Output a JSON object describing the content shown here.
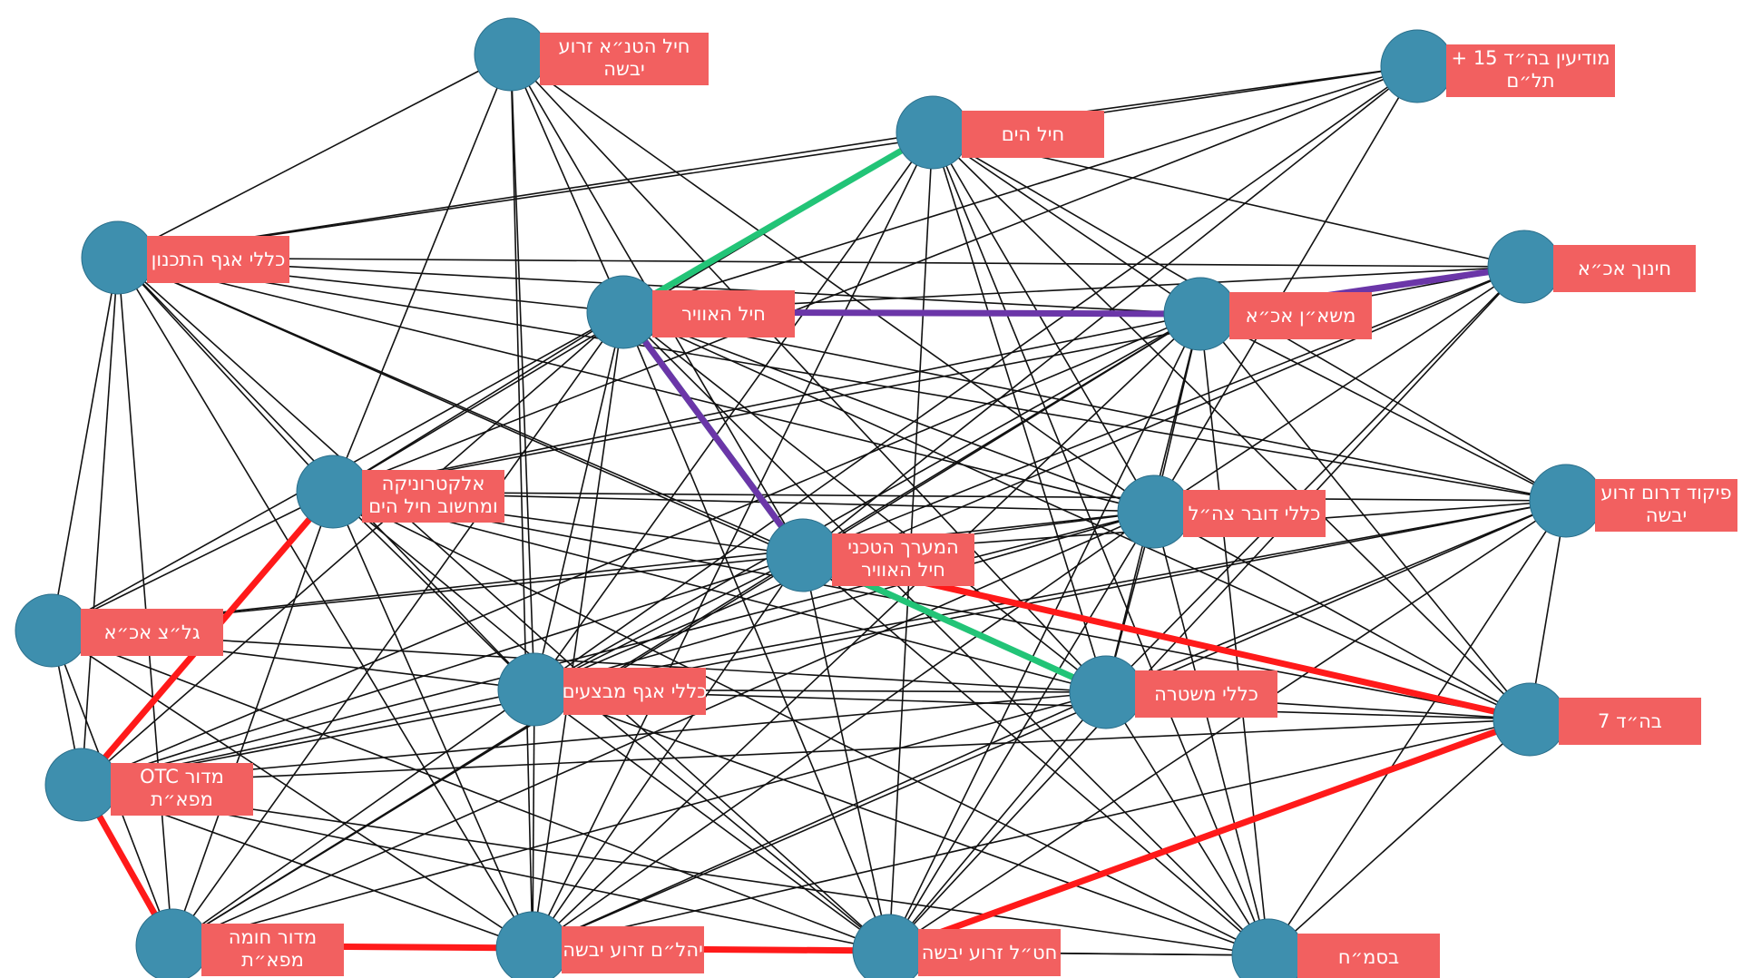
{
  "diagram": {
    "type": "network-graph",
    "colors": {
      "node_fill": "#3e8fae",
      "label_fill": "#f26060",
      "label_text": "#ffffff",
      "edge": "#111111",
      "path_red": "#ff1a1a",
      "path_green": "#22c477",
      "path_purple": "#6b36a8"
    },
    "nodes": [
      {
        "id": "tana",
        "lines": [
          "חיל הטנ״א זרוע",
          "יבשה"
        ]
      },
      {
        "id": "modiin15",
        "lines": [
          "מודיעין בה״ד 15 +",
          "תל״ם"
        ]
      },
      {
        "id": "yam",
        "lines": [
          "חיל הים"
        ]
      },
      {
        "id": "tichnun",
        "lines": [
          "כללי אגף התכנון"
        ]
      },
      {
        "id": "hinuch",
        "lines": [
          "חינוך אכ״א"
        ]
      },
      {
        "id": "avir",
        "lines": [
          "חיל האוויר"
        ]
      },
      {
        "id": "mashan",
        "lines": [
          "משא״ן אכ״א"
        ]
      },
      {
        "id": "electronika",
        "lines": [
          "אלקטרוניקה",
          "ומחשוב חיל הים"
        ]
      },
      {
        "id": "dover",
        "lines": [
          "כללי דובר צה״ל"
        ]
      },
      {
        "id": "darom",
        "lines": [
          "פיקוד דרום זרוע",
          "יבשה"
        ]
      },
      {
        "id": "maarach",
        "lines": [
          "המערך הטכני",
          "חיל האוויר"
        ]
      },
      {
        "id": "galatz",
        "lines": [
          "גל״צ אכ״א"
        ]
      },
      {
        "id": "mivtzaim",
        "lines": [
          "כללי אגף מבצעים"
        ]
      },
      {
        "id": "mishtara",
        "lines": [
          "כללי משטרה"
        ]
      },
      {
        "id": "bahad7",
        "lines": [
          "בה״ד 7"
        ]
      },
      {
        "id": "otc",
        "lines": [
          "מדור OTC",
          "מפא״ת"
        ]
      },
      {
        "id": "homa",
        "lines": [
          "מדור חומה",
          "מפא״ת"
        ]
      },
      {
        "id": "yahalam",
        "lines": [
          "יהל״ם זרוע יבשה"
        ]
      },
      {
        "id": "hatal",
        "lines": [
          "חט״ל זרוע יבשה"
        ]
      },
      {
        "id": "basmach",
        "lines": [
          "בסמ״ח"
        ]
      }
    ],
    "edges": [
      [
        "tana",
        "tichnun"
      ],
      [
        "tana",
        "avir"
      ],
      [
        "tana",
        "electronika"
      ],
      [
        "tana",
        "maarach"
      ],
      [
        "tana",
        "mivtzaim"
      ],
      [
        "tana",
        "yahalam"
      ],
      [
        "tana",
        "mishtara"
      ],
      [
        "tana",
        "dover"
      ],
      [
        "modiin15",
        "yam"
      ],
      [
        "modiin15",
        "tichnun"
      ],
      [
        "modiin15",
        "avir"
      ],
      [
        "modiin15",
        "electronika"
      ],
      [
        "modiin15",
        "dover"
      ],
      [
        "modiin15",
        "maarach"
      ],
      [
        "modiin15",
        "mivtzaim"
      ],
      [
        "yam",
        "tichnun"
      ],
      [
        "yam",
        "hinuch"
      ],
      [
        "yam",
        "mashan"
      ],
      [
        "yam",
        "electronika"
      ],
      [
        "yam",
        "dover"
      ],
      [
        "yam",
        "darom"
      ],
      [
        "yam",
        "mivtzaim"
      ],
      [
        "yam",
        "mishtara"
      ],
      [
        "yam",
        "bahad7"
      ],
      [
        "yam",
        "hatal"
      ],
      [
        "yam",
        "basmach"
      ],
      [
        "yam",
        "yahalam"
      ],
      [
        "tichnun",
        "avir"
      ],
      [
        "tichnun",
        "mashan"
      ],
      [
        "tichnun",
        "hinuch"
      ],
      [
        "tichnun",
        "electronika"
      ],
      [
        "tichnun",
        "maarach"
      ],
      [
        "tichnun",
        "galatz"
      ],
      [
        "tichnun",
        "mivtzaim"
      ],
      [
        "tichnun",
        "mishtara"
      ],
      [
        "tichnun",
        "otc"
      ],
      [
        "tichnun",
        "homa"
      ],
      [
        "tichnun",
        "yahalam"
      ],
      [
        "tichnun",
        "hatal"
      ],
      [
        "tichnun",
        "darom"
      ],
      [
        "tichnun",
        "dover"
      ],
      [
        "hinuch",
        "avir"
      ],
      [
        "hinuch",
        "electronika"
      ],
      [
        "hinuch",
        "maarach"
      ],
      [
        "hinuch",
        "mivtzaim"
      ],
      [
        "hinuch",
        "dover"
      ],
      [
        "hinuch",
        "mishtara"
      ],
      [
        "hinuch",
        "hatal"
      ],
      [
        "avir",
        "electronika"
      ],
      [
        "avir",
        "dover"
      ],
      [
        "avir",
        "darom"
      ],
      [
        "avir",
        "galatz"
      ],
      [
        "avir",
        "mivtzaim"
      ],
      [
        "avir",
        "mishtara"
      ],
      [
        "avir",
        "bahad7"
      ],
      [
        "avir",
        "otc"
      ],
      [
        "avir",
        "homa"
      ],
      [
        "avir",
        "yahalam"
      ],
      [
        "avir",
        "hatal"
      ],
      [
        "avir",
        "basmach"
      ],
      [
        "mashan",
        "electronika"
      ],
      [
        "mashan",
        "dover"
      ],
      [
        "mashan",
        "maarach"
      ],
      [
        "mashan",
        "mivtzaim"
      ],
      [
        "mashan",
        "mishtara"
      ],
      [
        "mashan",
        "bahad7"
      ],
      [
        "mashan",
        "otc"
      ],
      [
        "mashan",
        "homa"
      ],
      [
        "mashan",
        "yahalam"
      ],
      [
        "mashan",
        "hatal"
      ],
      [
        "mashan",
        "basmach"
      ],
      [
        "mashan",
        "darom"
      ],
      [
        "electronika",
        "dover"
      ],
      [
        "electronika",
        "darom"
      ],
      [
        "electronika",
        "maarach"
      ],
      [
        "electronika",
        "galatz"
      ],
      [
        "electronika",
        "mivtzaim"
      ],
      [
        "electronika",
        "mishtara"
      ],
      [
        "electronika",
        "bahad7"
      ],
      [
        "electronika",
        "yahalam"
      ],
      [
        "electronika",
        "hatal"
      ],
      [
        "electronika",
        "basmach"
      ],
      [
        "electronika",
        "homa"
      ],
      [
        "dover",
        "maarach"
      ],
      [
        "dover",
        "galatz"
      ],
      [
        "dover",
        "mivtzaim"
      ],
      [
        "dover",
        "mishtara"
      ],
      [
        "dover",
        "bahad7"
      ],
      [
        "dover",
        "otc"
      ],
      [
        "dover",
        "homa"
      ],
      [
        "dover",
        "yahalam"
      ],
      [
        "dover",
        "hatal"
      ],
      [
        "dover",
        "basmach"
      ],
      [
        "darom",
        "maarach"
      ],
      [
        "darom",
        "mivtzaim"
      ],
      [
        "darom",
        "mishtara"
      ],
      [
        "darom",
        "otc"
      ],
      [
        "darom",
        "yahalam"
      ],
      [
        "darom",
        "hatal"
      ],
      [
        "darom",
        "basmach"
      ],
      [
        "darom",
        "bahad7"
      ],
      [
        "maarach",
        "galatz"
      ],
      [
        "maarach",
        "mivtzaim"
      ],
      [
        "maarach",
        "otc"
      ],
      [
        "maarach",
        "homa"
      ],
      [
        "maarach",
        "yahalam"
      ],
      [
        "maarach",
        "hatal"
      ],
      [
        "maarach",
        "basmach"
      ],
      [
        "galatz",
        "mivtzaim"
      ],
      [
        "galatz",
        "mishtara"
      ],
      [
        "galatz",
        "homa"
      ],
      [
        "galatz",
        "yahalam"
      ],
      [
        "galatz",
        "hatal"
      ],
      [
        "galatz",
        "otc"
      ],
      [
        "mivtzaim",
        "mishtara"
      ],
      [
        "mivtzaim",
        "bahad7"
      ],
      [
        "mivtzaim",
        "otc"
      ],
      [
        "mivtzaim",
        "homa"
      ],
      [
        "mivtzaim",
        "yahalam"
      ],
      [
        "mivtzaim",
        "hatal"
      ],
      [
        "mivtzaim",
        "basmach"
      ],
      [
        "mishtara",
        "otc"
      ],
      [
        "mishtara",
        "homa"
      ],
      [
        "mishtara",
        "yahalam"
      ],
      [
        "mishtara",
        "hatal"
      ],
      [
        "mishtara",
        "basmach"
      ],
      [
        "mishtara",
        "bahad7"
      ],
      [
        "bahad7",
        "otc"
      ],
      [
        "bahad7",
        "yahalam"
      ],
      [
        "bahad7",
        "basmach"
      ],
      [
        "otc",
        "yahalam"
      ],
      [
        "otc",
        "hatal"
      ],
      [
        "otc",
        "basmach"
      ],
      [
        "homa",
        "hatal"
      ],
      [
        "homa",
        "basmach"
      ],
      [
        "yahalam",
        "basmach"
      ]
    ],
    "highlighted_paths": [
      {
        "color": "path_red",
        "nodes": [
          "electronika",
          "otc",
          "homa",
          "yahalam",
          "hatal",
          "bahad7",
          "maarach"
        ]
      },
      {
        "color": "path_green",
        "nodes": [
          "yam",
          "avir",
          "maarach",
          "mishtara"
        ]
      },
      {
        "color": "path_purple",
        "nodes": [
          "hinuch",
          "mashan",
          "avir",
          "maarach"
        ]
      }
    ]
  }
}
